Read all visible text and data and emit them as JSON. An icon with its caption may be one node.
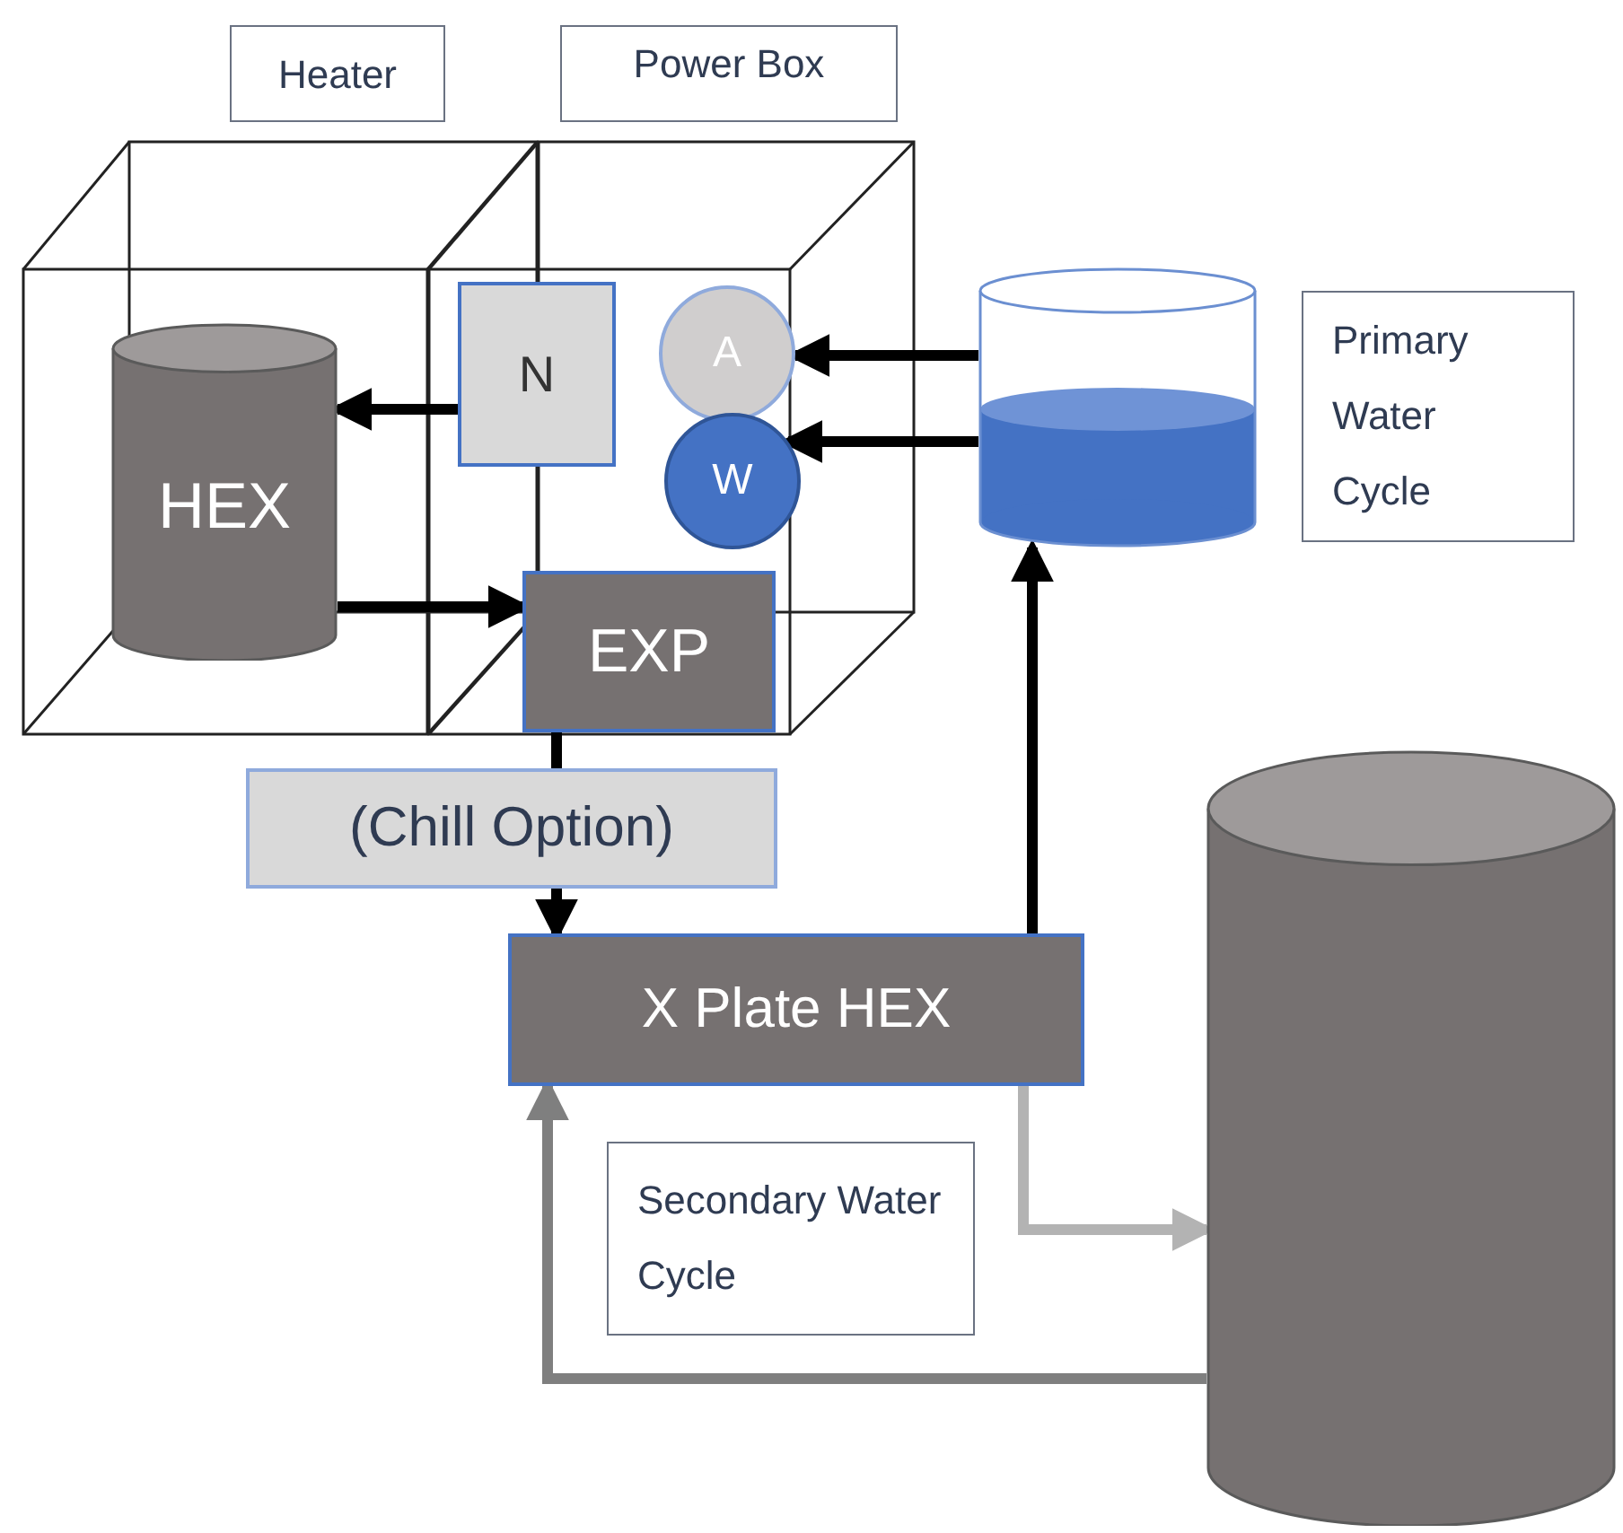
{
  "diagram": {
    "nodes": [
      {
        "text": [
          "Heater"
        ]
      },
      {
        "text": [
          "Power Box"
        ]
      },
      {
        "text": [
          "HEX"
        ]
      },
      {
        "text": [
          "N"
        ]
      },
      {
        "text": [
          "A"
        ]
      },
      {
        "text": [
          "W"
        ]
      },
      {
        "text": [
          "EXP"
        ]
      },
      {
        "text": [],
        "shape": "cylinder"
      },
      {
        "text": [
          "Primary Water Cycle"
        ]
      },
      {
        "text": [
          "(Chill Option)"
        ]
      },
      {
        "text": [
          "X Plate HEX"
        ]
      },
      {
        "text": [],
        "shape": "cylinder"
      },
      {
        "text": [
          "Secondary Water Cycle"
        ]
      }
    ],
    "edges": [
      {
        "from": 7,
        "to": 4,
        "arrow": "to"
      },
      {
        "from": 7,
        "to": 5,
        "arrow": "to"
      },
      {
        "from": 3,
        "to": 2,
        "arrow": "to"
      },
      {
        "from": 2,
        "to": 6,
        "arrow": "to"
      },
      {
        "from": 6,
        "to": 9,
        "arrow": "none"
      },
      {
        "from": 9,
        "to": 10,
        "arrow": "to"
      },
      {
        "from": 10,
        "to": 7,
        "arrow": "to"
      },
      {
        "from": 10,
        "to": 11,
        "arrow": "to",
        "color": "#b3b3b3"
      },
      {
        "from": 11,
        "to": 10,
        "arrow": "to",
        "color": "#7f7f7f"
      }
    ]
  }
}
